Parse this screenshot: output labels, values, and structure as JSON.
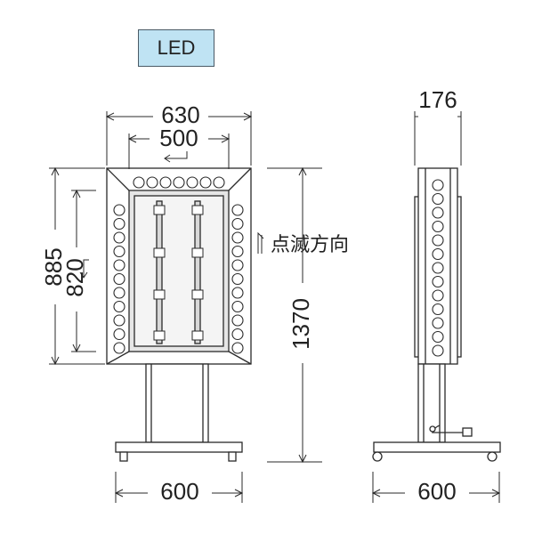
{
  "badge": {
    "label": "LED"
  },
  "dimensions": {
    "front_outer_width": "630",
    "front_inner_width": "500",
    "side_width": "176",
    "outer_height": "885",
    "inner_height": "820",
    "total_height": "1370",
    "front_base_width": "600",
    "side_base_width": "600"
  },
  "annotation": {
    "blink_direction": "点滅方向"
  },
  "colors": {
    "badge_bg": "#bfe3f3",
    "line": "#2a2a2a",
    "panel_gray": "#e6e6e6"
  }
}
